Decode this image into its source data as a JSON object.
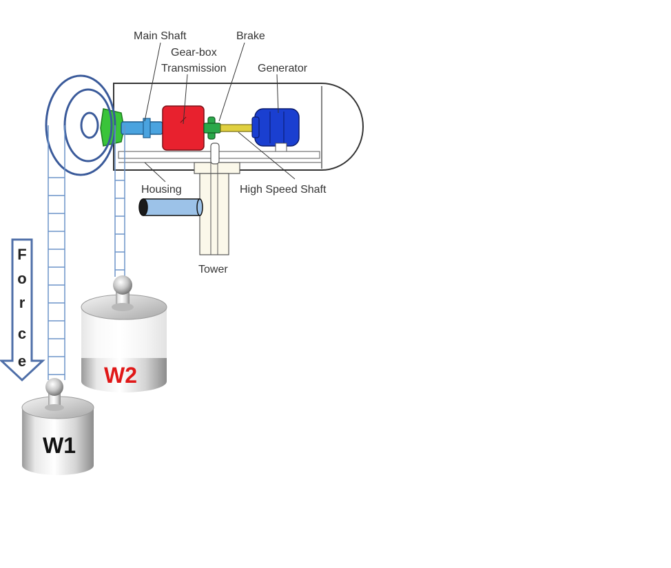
{
  "labels": {
    "main_shaft": "Main Shaft",
    "gear_box": "Gear-box",
    "transmission": "Transmission",
    "brake": "Brake",
    "generator": "Generator",
    "housing": "Housing",
    "high_speed_shaft": "High Speed Shaft",
    "tower": "Tower"
  },
  "force": {
    "letters": [
      "F",
      "o",
      "r",
      "c",
      "e"
    ],
    "arrow_color": "#4f6fa8"
  },
  "weights": {
    "w1": {
      "label": "W1",
      "color": "#111111"
    },
    "w2": {
      "label": "W2",
      "color": "#e01818"
    }
  },
  "colors": {
    "hub": "#3ac43a",
    "main_shaft": "#4aa3df",
    "gearbox": "#e8212e",
    "brake": "#2aa84a",
    "high_speed_shaft": "#e0d040",
    "generator": "#1a3fd0",
    "pulley": "#3a5a9a",
    "rope": "#6b93c9",
    "axle": "#9cc2e8",
    "tower": "#fbf8ea"
  }
}
